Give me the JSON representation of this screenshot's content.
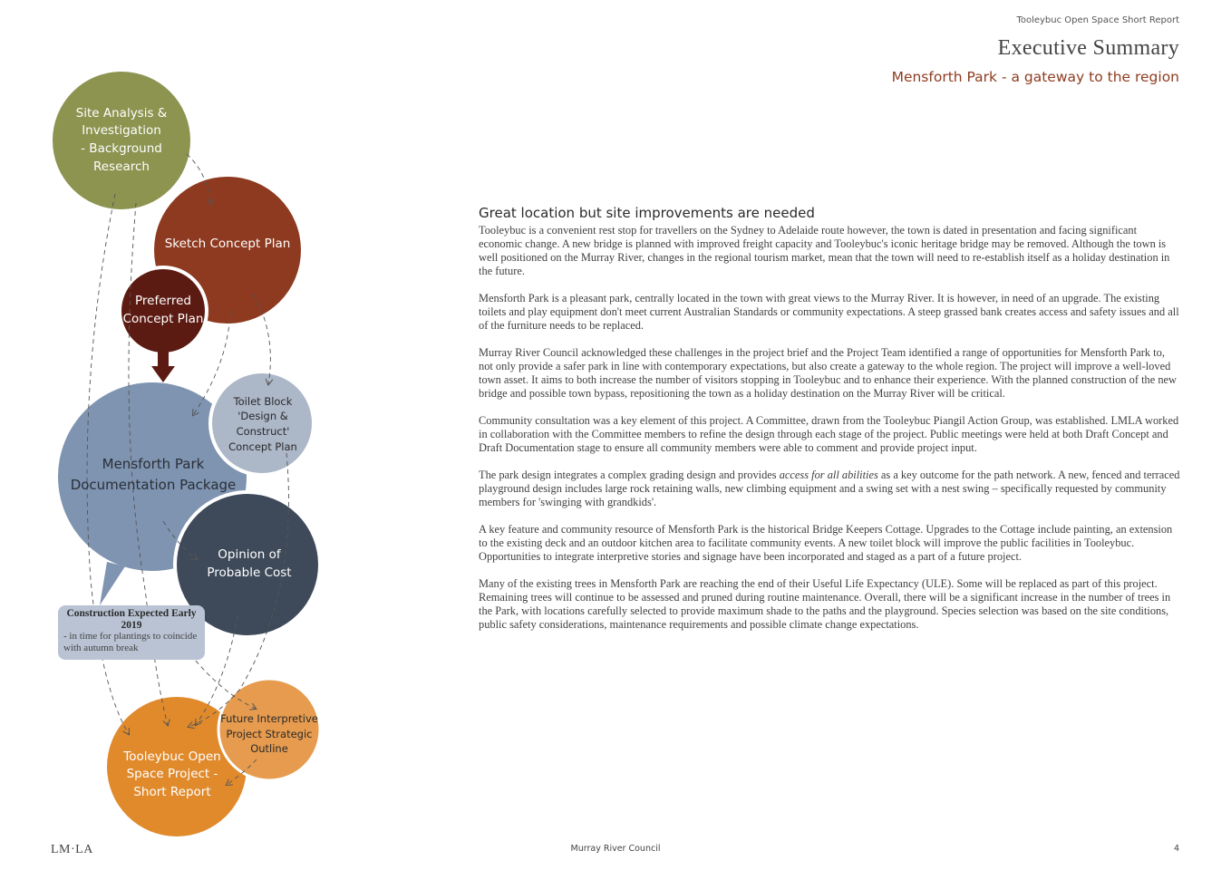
{
  "header": {
    "report_title": "Tooleybuc Open Space Short Report",
    "title": "Executive Summary",
    "subtitle": "Mensforth Park - a gateway to the region"
  },
  "diagram": {
    "nodes": [
      {
        "id": "site",
        "label": "Site Analysis &\nInvestigation\n- Background\nResearch",
        "color": "#8c9450"
      },
      {
        "id": "sketch",
        "label": "Sketch Concept Plan",
        "color": "#8e3a20"
      },
      {
        "id": "preferred",
        "label": "Preferred\nConcept Plan",
        "color": "#5c1b12"
      },
      {
        "id": "mensforth",
        "label": "Mensforth Park\nDocumentation Package",
        "color": "#7f94b0"
      },
      {
        "id": "toilet",
        "label": "Toilet Block\n'Design & Construct'\nConcept Plan",
        "color": "#acb7c8"
      },
      {
        "id": "opinion",
        "label": "Opinion of\nProbable Cost",
        "color": "#3e4a5a"
      },
      {
        "id": "future",
        "label": "Future Interpretive\nProject Strategic\nOutline",
        "color": "#e69b4e"
      },
      {
        "id": "tooleybuc",
        "label": "Tooleybuc Open\nSpace Project -\nShort Report",
        "color": "#e08a2c"
      }
    ],
    "note": {
      "title": "Construction Expected Early 2019",
      "detail": "- in time for plantings to coincide with autumn break"
    }
  },
  "main": {
    "heading": "Great location but site improvements are needed",
    "paragraphs": [
      "Tooleybuc is a convenient rest stop for travellers on the Sydney to Adelaide route however, the town is dated in presentation and facing significant economic change. A new bridge is planned with improved freight capacity and Tooleybuc's iconic heritage bridge may be removed. Although the town is well positioned on the Murray River, changes in the regional tourism market, mean that the town will need to re-establish itself as a holiday destination in the future.",
      "Mensforth Park is a pleasant park, centrally located in the town with great views to the Murray River. It is however, in need of an upgrade. The existing toilets and play equipment don't meet current Australian Standards or community expectations. A steep grassed bank creates access and safety issues and all of the furniture needs to be replaced.",
      "Murray River Council acknowledged these challenges in the project brief and the Project Team identified a range of opportunities for Mensforth Park to, not only provide a safer park in line with contemporary expectations, but also create a gateway to the whole region. The project will improve a well-loved town asset. It aims to both increase the number of visitors stopping in Tooleybuc and to enhance their experience. With the planned construction of the new bridge and possible town bypass, repositioning the town as a holiday destination on the Murray River will be critical.",
      "Community consultation was a key element of this project. A Committee, drawn from the Tooleybuc Piangil Action Group, was established. LMLA worked in collaboration with the Committee members to refine the design through each stage of the project. Public meetings were held at both Draft Concept and Draft Documentation stage to ensure all community members were able to comment and provide project input."
    ],
    "para5_before": "The park design integrates a complex grading design and provides ",
    "para5_italic": "access for all abilities",
    "para5_after": " as a key outcome for the path network. A new, fenced and terraced playground design includes large rock retaining walls, new climbing equipment and a swing set with a nest swing – specifically requested by community members for 'swinging with grandkids'.",
    "paragraphs_end": [
      "A key feature and community resource of Mensforth Park is the historical Bridge Keepers Cottage. Upgrades to the Cottage include painting, an extension to the existing deck and an outdoor kitchen area to facilitate community events. A new toilet block will improve the public facilities in Tooleybuc. Opportunities to integrate interpretive stories and signage have been incorporated and staged as a part of a future project.",
      "Many of the existing trees in Mensforth Park are reaching the end of their Useful Life Expectancy (ULE). Some will be replaced as part of this project. Remaining trees will continue to be assessed and pruned during routine maintenance. Overall, there will be a significant increase in the number of trees in the Park, with locations carefully selected to provide maximum shade to the paths and the playground. Species selection was based on the site conditions, public safety considerations, maintenance requirements and possible climate change expectations."
    ]
  },
  "footer": {
    "logo": "LM·LA",
    "center": "Murray River Council",
    "page": "4"
  }
}
